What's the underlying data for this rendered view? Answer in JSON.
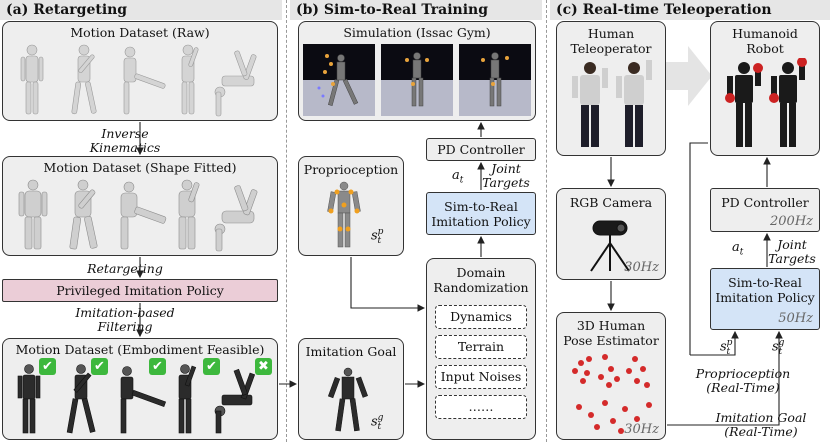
{
  "sections": {
    "retargeting": "(a) Retargeting",
    "sim2real": "(b) Sim-to-Real Training",
    "teleop": "(c) Real-time Teleoperation"
  },
  "retargeting": {
    "raw": "Motion Dataset (Raw)",
    "ik_line1": "Inverse",
    "ik_line2": "Kinematics",
    "fitted": "Motion Dataset (Shape Fitted)",
    "retarget_label": "Retargeting",
    "privileged": "Privileged Imitation Policy",
    "filter_line1": "Imitation-based",
    "filter_line2": "Filtering",
    "feasible": "Motion Dataset (Embodiment Feasible)",
    "check_mark": "✔",
    "cross_mark": "✖"
  },
  "sim2real": {
    "simulation": "Simulation (Issac Gym)",
    "pd": "PD Controller",
    "joint1": "Joint",
    "joint2": "Targets",
    "proprio": "Proprioception",
    "policy1": "Sim-to-Real",
    "policy2": "Imitation Policy",
    "dr1": "Domain",
    "dr2": "Randomization",
    "dr_items": [
      "Dynamics",
      "Terrain",
      "Input Noises",
      "……"
    ],
    "goal": "Imitation Goal"
  },
  "teleop": {
    "human1": "Human",
    "human2": "Teleoperator",
    "robot1": "Humanoid",
    "robot2": "Robot",
    "camera": "RGB Camera",
    "camera_hz": "30Hz",
    "pose1": "3D Human",
    "pose2": "Pose Estimator",
    "pose_hz": "30Hz",
    "pd": "PD Controller",
    "pd_hz": "200Hz",
    "joint1": "Joint",
    "joint2": "Targets",
    "policy1": "Sim-to-Real",
    "policy2": "Imitation Policy",
    "policy_hz": "50Hz",
    "proprio1": "Proprioception",
    "proprio2": "(Real-Time)",
    "goal1": "Imitation Goal",
    "goal2": "(Real-Time)"
  },
  "symbols": {
    "a": "a",
    "t": "t",
    "s": "s",
    "p": "p",
    "g": "g"
  },
  "colors": {
    "policy_blue": "#d4e4f7",
    "privileged_pink": "#ebcdd7",
    "box_gray": "#eeeeee"
  }
}
